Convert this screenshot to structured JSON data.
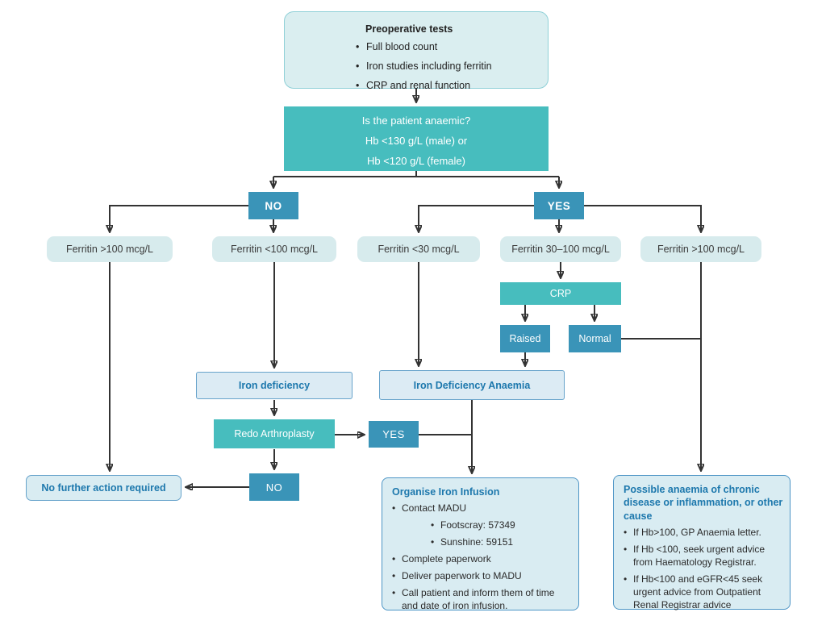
{
  "flowchart": {
    "preop": {
      "title": "Preoperative tests",
      "bullets": [
        "Full blood count",
        "Iron studies including ferritin",
        "CRP and renal function"
      ]
    },
    "anaemic_question": "Is the patient anaemic?\nHb <130 g/L (male) or\nHb <120 g/L (female)",
    "decision_no": "NO",
    "decision_yes": "YES",
    "ferritin_no_high": "Ferritin >100 mcg/L",
    "ferritin_no_low": "Ferritin <100 mcg/L",
    "ferritin_yes_low": "Ferritin <30 mcg/L",
    "ferritin_yes_mid": "Ferritin 30–100 mcg/L",
    "ferritin_yes_high": "Ferritin >100 mcg/L",
    "crp": "CRP",
    "crp_raised": "Raised",
    "crp_normal": "Normal",
    "iron_deficiency": "Iron deficiency",
    "iron_deficiency_anaemia": "Iron Deficiency Anaemia",
    "redo_arthroplasty": "Redo Arthroplasty",
    "redo_yes": "YES",
    "redo_no": "NO",
    "no_further_action": "No further action required",
    "organise": {
      "title": "Organise Iron Infusion",
      "bullets": [
        {
          "text": "Contact MADU",
          "level": 0
        },
        {
          "text": "Footscray: 57349",
          "level": 1
        },
        {
          "text": "Sunshine: 59151",
          "level": 1
        },
        {
          "text": "Complete paperwork",
          "level": 0
        },
        {
          "text": "Deliver paperwork to MADU",
          "level": 0
        },
        {
          "text": "Call patient and inform them of time and date of iron infusion.",
          "level": 0
        }
      ]
    },
    "possible_anaemia": {
      "title": "Possible anaemia of chronic disease or inflammation, or other cause",
      "bullets": [
        {
          "text": "If Hb>100, GP Anaemia letter.",
          "level": 0
        },
        {
          "text": "If Hb <100, seek urgent advice from Haematology Registrar.",
          "level": 0
        },
        {
          "text": "If Hb<100 and eGFR<45 seek urgent advice from Outpatient Renal Registrar advice",
          "level": 0
        }
      ]
    }
  },
  "colors": {
    "teal": "#47bdbe",
    "blue": "#3a94b8",
    "pill_fill": "#d7ebed",
    "info_fill": "#d9ecf2",
    "info_border": "#4e96c6",
    "heading_blue": "#1d78ad",
    "line": "#333333"
  }
}
